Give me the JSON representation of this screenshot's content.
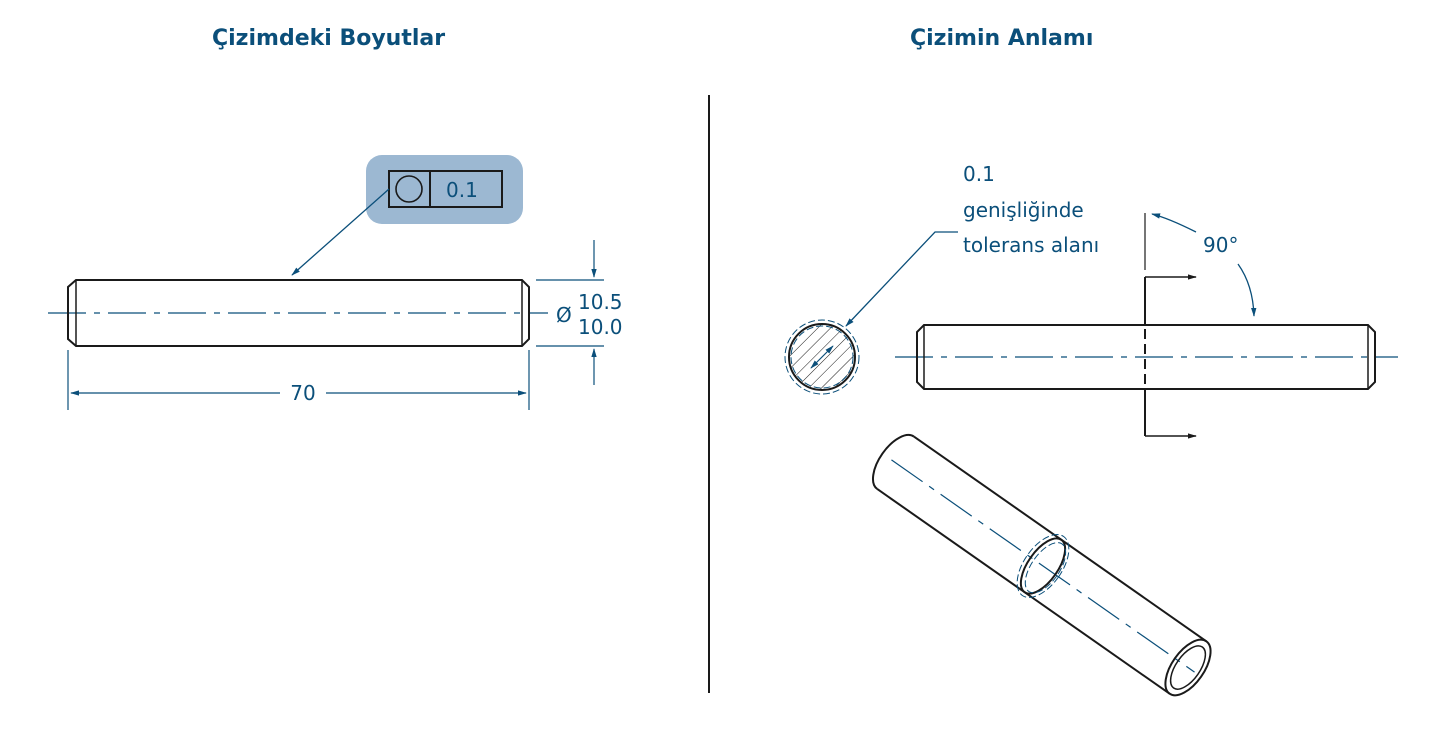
{
  "panels": {
    "left_title": "Çizimdeki Boyutlar",
    "right_title": "Çizimin Anlamı"
  },
  "left": {
    "tolerance_value": "0.1",
    "diameter_symbol": "Ø",
    "diameter_upper": "10.5",
    "diameter_lower": "10.0",
    "length": "70"
  },
  "right": {
    "note_line1": "0.1",
    "note_line2": "genişliğinde",
    "note_line3": "tolerans alanı",
    "angle": "90°"
  },
  "colors": {
    "annotation": "#0b4f7a",
    "frame_highlight": "#9cb8d2",
    "outline": "#1a1a1a"
  },
  "icons": [
    "circularity-symbol-icon",
    "arrow-icon",
    "hatch-pattern"
  ]
}
